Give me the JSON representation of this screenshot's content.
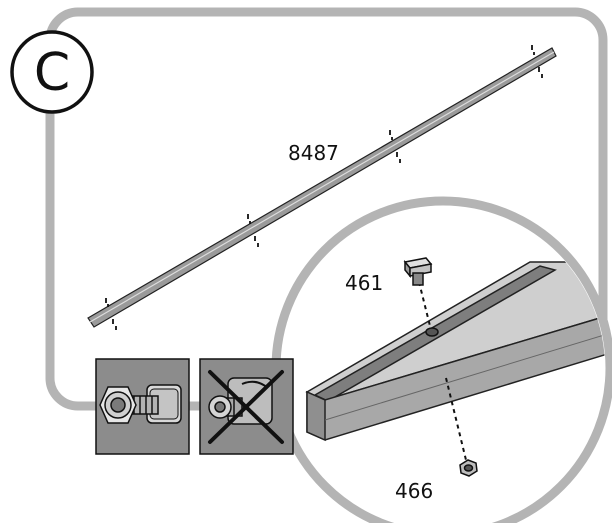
{
  "step": {
    "letter": "C"
  },
  "parts": {
    "rail": {
      "number": "8487"
    },
    "bolt": {
      "number": "461"
    },
    "nut": {
      "number": "466"
    }
  },
  "icons": {
    "correct_assembly": "bolt-with-square-nut-icon",
    "incorrect_assembly": "crossed-out-bolt-nut-icon"
  },
  "colors": {
    "panel_frame": "#b4b4b4",
    "rail_fill": "#9a9a9a",
    "callout_bg": "#ffffff",
    "thumb_bg": "#8c8c8c",
    "cross": "#111111"
  }
}
